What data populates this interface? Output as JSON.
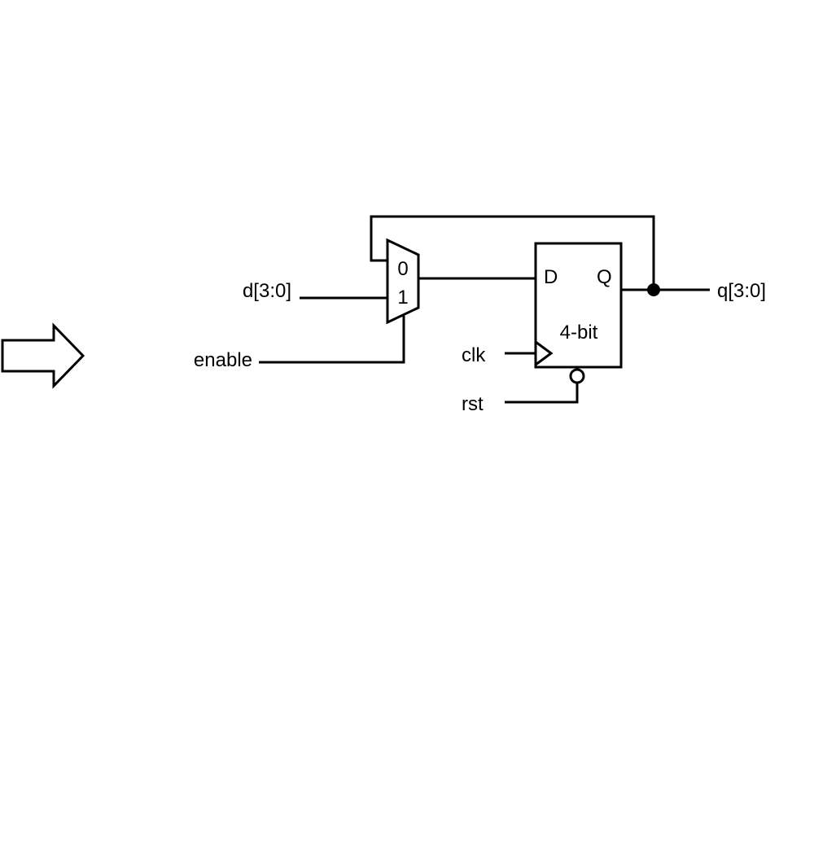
{
  "signals": {
    "d_in": "d[3:0]",
    "enable": "enable",
    "clk": "clk",
    "rst": "rst",
    "q_out": "q[3:0]"
  },
  "mux": {
    "input_0": "0",
    "input_1": "1"
  },
  "register": {
    "d_pin": "D",
    "q_pin": "Q",
    "width_label": "4-bit"
  },
  "colors": {
    "stroke": "#000000",
    "background": "#ffffff"
  },
  "icons": {
    "left_arrow": "right-arrow-icon",
    "junction": "junction-dot-icon",
    "reset_bubble": "inversion-bubble-icon",
    "clock_marker": "clock-triangle-icon"
  }
}
